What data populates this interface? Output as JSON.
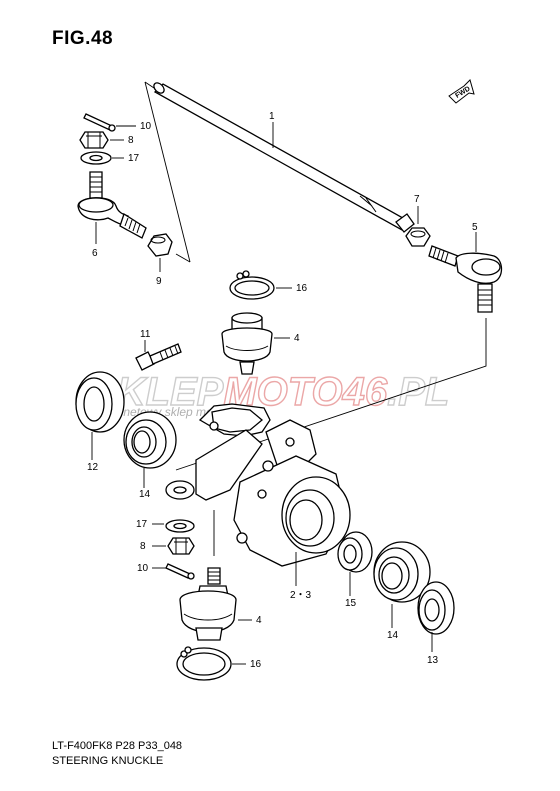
{
  "figure": {
    "title": "FIG.48",
    "code": "LT-F400FK8 P28 P33_048",
    "name": "STEERING KNUCKLE"
  },
  "fwd_label": "FWD",
  "watermark": {
    "brand_part1": "SKLEP",
    "brand_part2": "MOTO",
    "brand_part3": "46",
    "brand_part4": ".PL",
    "tagline": "internetowy sklep motocyklowy"
  },
  "callouts": {
    "c1": "1",
    "c2": "2・3",
    "c4a": "4",
    "c4b": "4",
    "c5": "5",
    "c6": "6",
    "c7": "7",
    "c8a": "8",
    "c8b": "8",
    "c9": "9",
    "c10a": "10",
    "c10b": "10",
    "c11": "11",
    "c12": "12",
    "c13": "13",
    "c14a": "14",
    "c14b": "14",
    "c15": "15",
    "c16a": "16",
    "c16b": "16",
    "c17a": "17",
    "c17b": "17"
  }
}
